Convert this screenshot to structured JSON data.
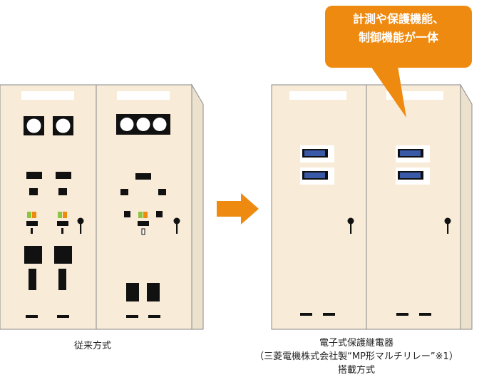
{
  "colors": {
    "panel_fill": "#f8ebd7",
    "panel_side": "#ece1cc",
    "panel_stroke": "#8a8a8a",
    "accent_orange": "#ef8a10",
    "indicator_green": "#8cc63f",
    "relay_blue": "#3a5aa8",
    "device_black": "#111111"
  },
  "callout": {
    "line1": "計測や保護機能、",
    "line2": "制御機能が一体"
  },
  "conventional": {
    "caption": "従来方式"
  },
  "electronic": {
    "caption_line1": "電子式保護継電器",
    "caption_line2": "（三菱電機株式会社製“MP形マルチリレー”※1）",
    "caption_line3": "搭載方式"
  },
  "icons": [
    "right-arrow-icon",
    "door-handle-icon",
    "gauge-meter-icon"
  ]
}
